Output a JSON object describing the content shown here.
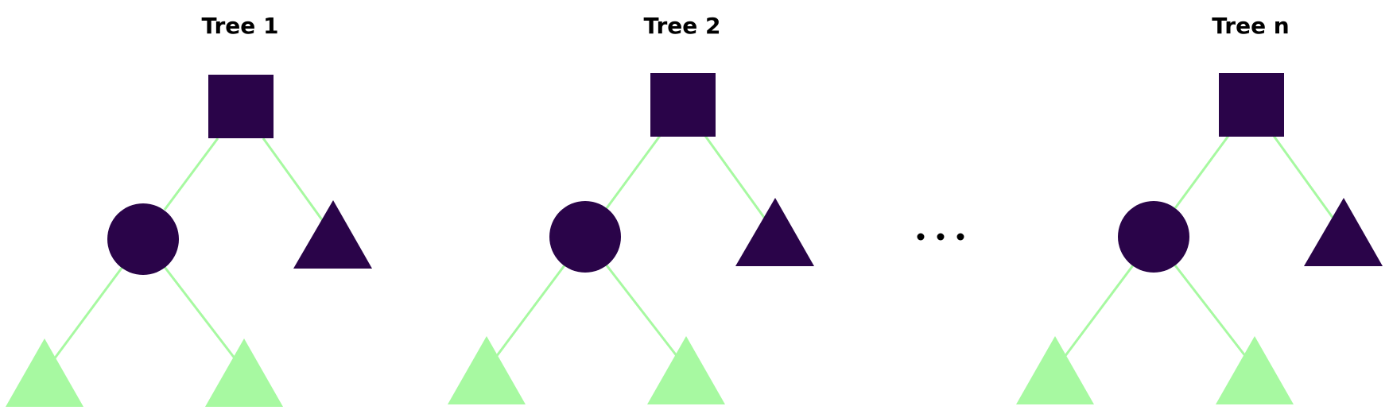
{
  "colors": {
    "node_dark": "#2a0449",
    "leaf_light": "#a7f9a1",
    "edge": "#a7f9a1",
    "text": "#000000",
    "background": "#ffffff"
  },
  "trees": [
    {
      "title": "Tree 1",
      "nodes": {
        "root": {
          "shape": "square",
          "color": "node_dark"
        },
        "left": {
          "shape": "circle",
          "color": "node_dark"
        },
        "right": {
          "shape": "triangle",
          "color": "node_dark"
        },
        "left_left": {
          "shape": "triangle",
          "color": "leaf_light"
        },
        "left_right": {
          "shape": "triangle",
          "color": "leaf_light"
        }
      }
    },
    {
      "title": "Tree 2",
      "nodes": {
        "root": {
          "shape": "square",
          "color": "node_dark"
        },
        "left": {
          "shape": "circle",
          "color": "node_dark"
        },
        "right": {
          "shape": "triangle",
          "color": "node_dark"
        },
        "left_left": {
          "shape": "triangle",
          "color": "leaf_light"
        },
        "left_right": {
          "shape": "triangle",
          "color": "leaf_light"
        }
      }
    },
    {
      "title": "Tree n",
      "nodes": {
        "root": {
          "shape": "square",
          "color": "node_dark"
        },
        "left": {
          "shape": "circle",
          "color": "node_dark"
        },
        "right": {
          "shape": "triangle",
          "color": "node_dark"
        },
        "left_left": {
          "shape": "triangle",
          "color": "leaf_light"
        },
        "left_right": {
          "shape": "triangle",
          "color": "leaf_light"
        }
      }
    }
  ],
  "ellipsis": {
    "icon": "ellipsis-icon"
  }
}
